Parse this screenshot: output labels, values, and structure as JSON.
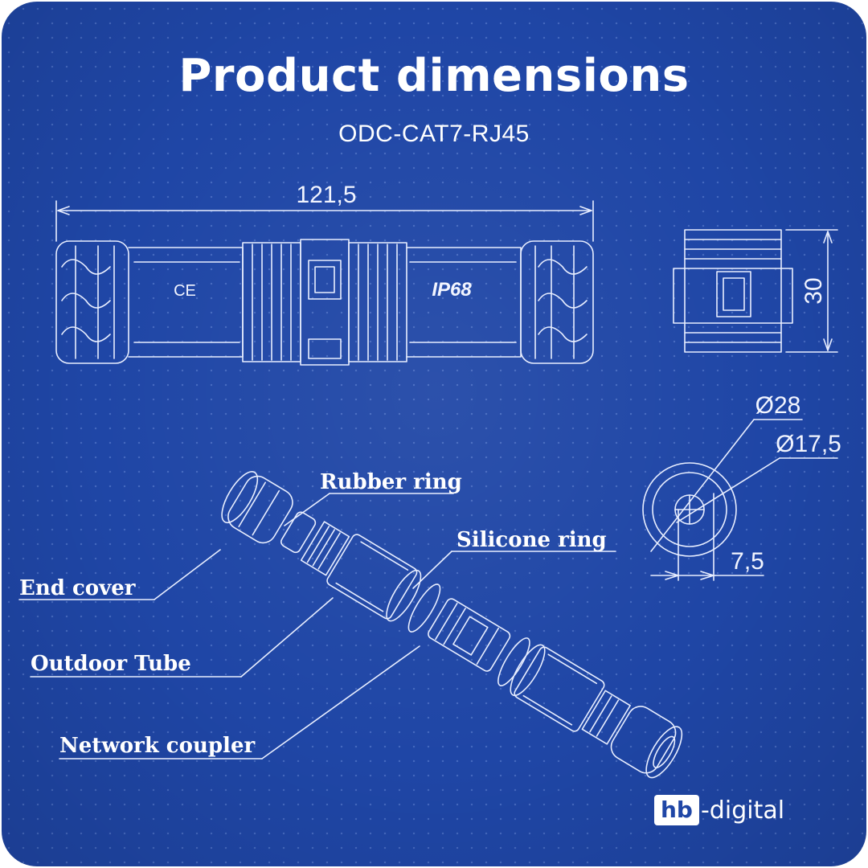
{
  "header": {
    "title": "Product dimensions",
    "subtitle": "ODC-CAT7-RJ45"
  },
  "dimensions": {
    "length": "121,5",
    "height": "30",
    "outer_diameter": "Ø28",
    "inner_diameter": "Ø17,5",
    "offset": "7,5"
  },
  "markings": {
    "ce": "CE",
    "ip_rating": "IP68"
  },
  "callouts": {
    "rubber_ring": "Rubber ring",
    "silicone_ring": "Silicone ring",
    "end_cover": "End cover",
    "outdoor_tube": "Outdoor Tube",
    "network_coupler": "Network coupler"
  },
  "brand": {
    "logo_mark": "hb",
    "logo_text": "-digital"
  },
  "colors": {
    "background": "#1f46a6",
    "lines": "#e8eeff"
  }
}
